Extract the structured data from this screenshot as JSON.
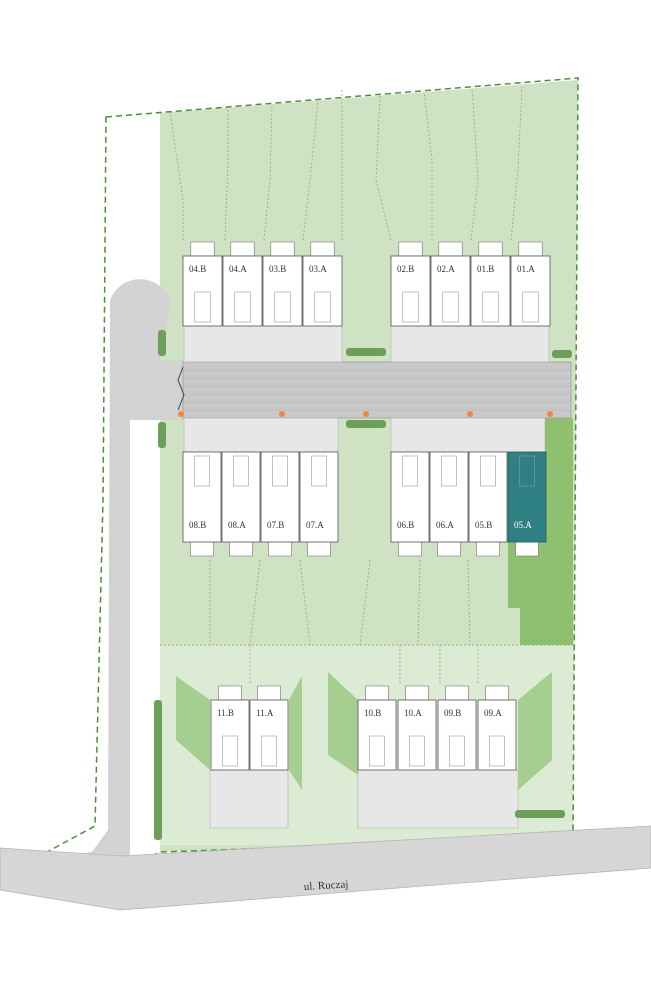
{
  "map": {
    "street_label": "ul. Ruczaj",
    "selected_unit": "05.A",
    "colors": {
      "lawn": "#cfe2c3",
      "lawn_light": "#e1eed9",
      "lawn_dark": "#9ccb84",
      "boundary": "#4d8f3c",
      "road": "#d2d2d2",
      "selected": "#2e8083",
      "hedge": "#6e9f5a",
      "lamp": "#f08a3a"
    },
    "units_north": [
      "04.B",
      "04.A",
      "03.B",
      "03.A",
      "02.B",
      "02.A",
      "01.B",
      "01.A"
    ],
    "units_middle": [
      "08.B",
      "08.A",
      "07.B",
      "07.A",
      "06.B",
      "06.A",
      "05.B",
      "05.A"
    ],
    "units_south": [
      "11.B",
      "11.A",
      "10.B",
      "10.A",
      "09.B",
      "09.A"
    ]
  }
}
